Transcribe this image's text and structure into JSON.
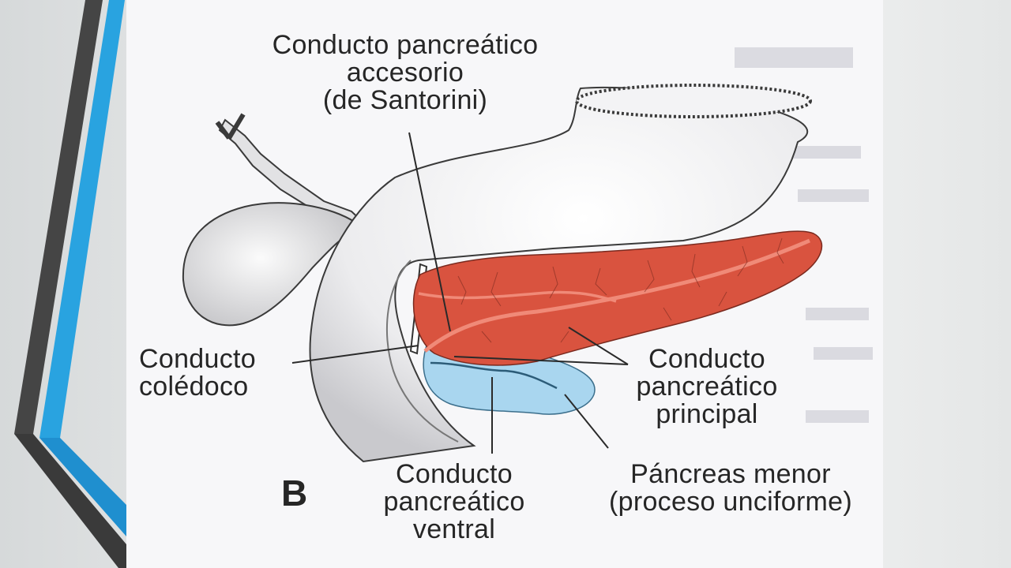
{
  "figure": {
    "panel_letter": "B",
    "labels": {
      "accessory_duct": [
        "Conducto pancreático",
        "accesorio",
        "(de Santorini)"
      ],
      "common_bile_duct": [
        "Conducto",
        "colédoco"
      ],
      "main_duct": [
        "Conducto",
        "pancreático",
        "principal"
      ],
      "ventral_duct": [
        "Conducto",
        "pancreático",
        "ventral"
      ],
      "uncinate_process": [
        "Páncreas menor",
        "(proceso unciforme)"
      ]
    }
  },
  "colors": {
    "slide_blue": "#29a3e0",
    "slide_dark": "#454545",
    "pancreas_red": "#d9533f",
    "uncinate_blue": "#a9d6ef"
  }
}
